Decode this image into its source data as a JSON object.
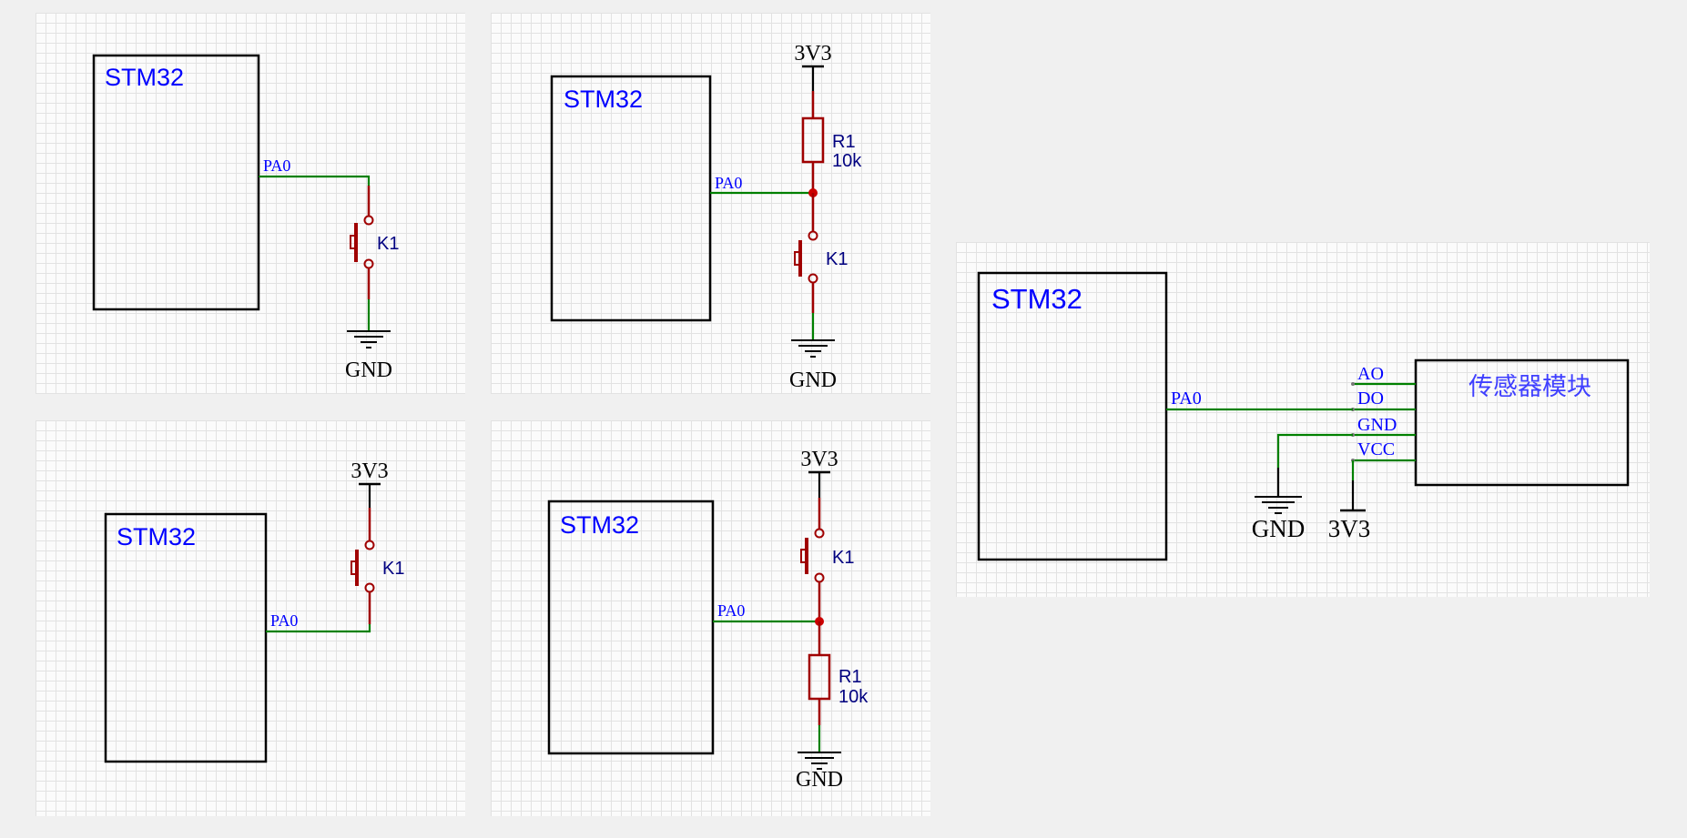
{
  "labels": {
    "mcu": "STM32",
    "pin": "PA0",
    "switch": "K1",
    "resistor": "R1",
    "resistor_value": "10k",
    "ground": "GND",
    "supply": "3V3",
    "module": "传感器模块",
    "module_pins": [
      "AO",
      "DO",
      "GND",
      "VCC"
    ]
  },
  "colors": {
    "wire": "#008000",
    "component": "#a00000",
    "label": "#0000ff",
    "outline": "#000000",
    "junction": "#cc0000"
  }
}
